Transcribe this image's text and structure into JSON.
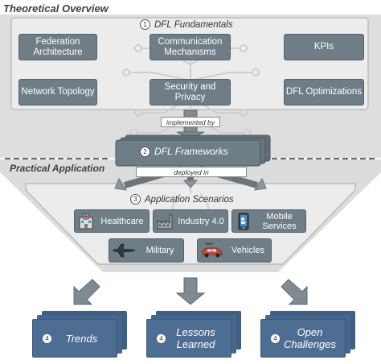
{
  "theoretical": {
    "title": "Theoretical Overview",
    "header_number": "1",
    "header": "DFL Fundamentals",
    "boxes": [
      "Federation Architecture",
      "Communication Mechanisms",
      "KPIs",
      "Network Topology",
      "Security and Privacy",
      "DFL Optimizations"
    ]
  },
  "implemented_by": "implemented by",
  "frameworks": {
    "number": "2",
    "label": "DFL Frameworks"
  },
  "practical": {
    "title": "Practical Application"
  },
  "deployed_in": "deployed in",
  "scenarios": {
    "header_number": "3",
    "header": "Application Scenarios",
    "items": [
      "Healthcare",
      "Industry 4.0",
      "Mobile Services",
      "Military",
      "Vehicles"
    ]
  },
  "outcomes": [
    {
      "number": "4",
      "label": "Trends"
    },
    {
      "number": "4",
      "label": "Lessons Learned"
    },
    {
      "number": "4",
      "label": "Open Challenges"
    }
  ],
  "colors": {
    "box": "#6f7d86",
    "outcome": "#4e6d93",
    "panel_fill": "#e9eaea",
    "funnel_fill": "#dcdcdc"
  },
  "icons": [
    "hospital-icon",
    "factory-icon",
    "smartphone-icon",
    "fighter-jet-icon",
    "car-icon",
    "circuit-tree-background"
  ]
}
